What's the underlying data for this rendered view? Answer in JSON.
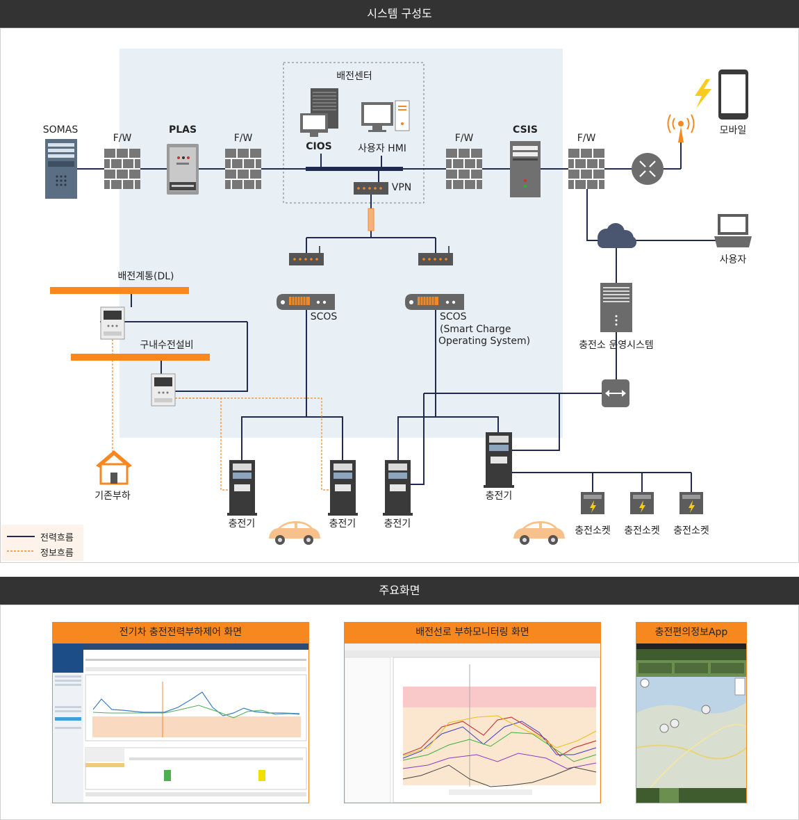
{
  "sections": {
    "diagram_title": "시스템 구성도",
    "screens_title": "주요화면"
  },
  "nodes": {
    "somas": "SOMAS",
    "fw1": "F/W",
    "plas": "PLAS",
    "fw2": "F/W",
    "center": "배전센터",
    "cios": "CIOS",
    "hmi": "사용자 HMI",
    "vpn": "VPN",
    "fw3": "F/W",
    "csis": "CSIS",
    "fw4": "F/W",
    "mobile": "모바일",
    "user": "사용자",
    "scos1": "SCOS",
    "scos2_line1": "SCOS",
    "scos2_line2": "(Smart Charge",
    "scos2_line3": "Operating System)",
    "dl": "배전계통(DL)",
    "facility": "구내수전설비",
    "load": "기존부하",
    "charger1": "충전기",
    "charger2": "충전기",
    "charger3": "충전기",
    "charger4": "충전기",
    "station_system": "충전소 운영시스템",
    "socket1": "충전소켓",
    "socket2": "충전소켓",
    "socket3": "충전소켓"
  },
  "legend": {
    "power": "전력흐름",
    "info": "정보흐름"
  },
  "colors": {
    "header_bg": "#333333",
    "zone_bg": "#e9f0f5",
    "power_line": "#1f2a4e",
    "info_line": "#f7881f",
    "accent_orange": "#f7881f",
    "cloud": "#4a5670"
  },
  "screens": [
    {
      "title": "전기차 충전전력부하제어 화면"
    },
    {
      "title": "배전선로 부하모니터링 화면"
    },
    {
      "title": "충전편의정보App"
    }
  ]
}
